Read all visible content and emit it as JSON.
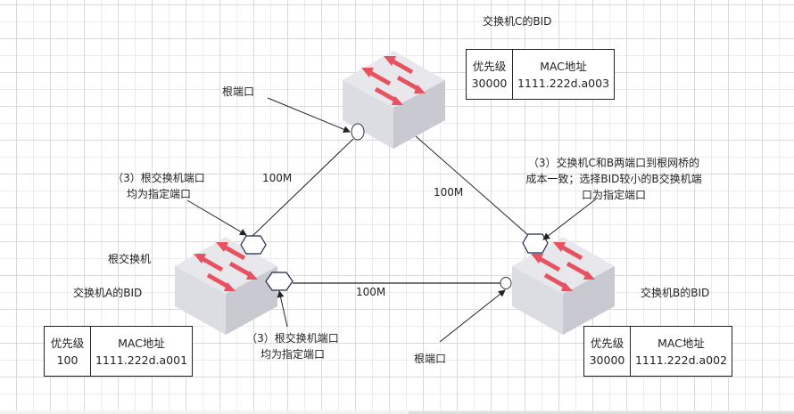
{
  "diagram": {
    "title": "STP designated port election",
    "colors": {
      "switch_top": "#e8e8ec",
      "switch_left": "#dcdde2",
      "switch_right": "#c9cad1",
      "switch_arrows": "#e8515f",
      "designated_port_stroke": "#1b2a4a",
      "root_port_stroke": "#333333",
      "link": "#222222"
    },
    "switches": [
      {
        "id": "A",
        "role_label": "根交换机",
        "bid_label": "交换机A的BID",
        "bid": {
          "priority_header": "优先级",
          "priority": "100",
          "mac_header": "MAC地址",
          "mac": "1111.222d.a001"
        }
      },
      {
        "id": "B",
        "bid_label": "交换机B的BID",
        "bid": {
          "priority_header": "优先级",
          "priority": "30000",
          "mac_header": "MAC地址",
          "mac": "1111.222d.a002"
        }
      },
      {
        "id": "C",
        "bid_label": "交换机C的BID",
        "bid": {
          "priority_header": "优先级",
          "priority": "30000",
          "mac_header": "MAC地址",
          "mac": "1111.222d.a003"
        }
      }
    ],
    "links": [
      {
        "from": "A",
        "to": "C",
        "label": "100M"
      },
      {
        "from": "C",
        "to": "B",
        "label": "100M"
      },
      {
        "from": "A",
        "to": "B",
        "label": "100M"
      }
    ],
    "ports": [
      {
        "switch": "A",
        "link": "A-C",
        "type": "designated",
        "shape": "hexagon"
      },
      {
        "switch": "A",
        "link": "A-B",
        "type": "designated",
        "shape": "hexagon"
      },
      {
        "switch": "B",
        "link": "C-B",
        "type": "designated",
        "shape": "hexagon"
      },
      {
        "switch": "C",
        "link": "A-C",
        "type": "root",
        "shape": "circle"
      },
      {
        "switch": "B",
        "link": "A-B",
        "type": "root",
        "shape": "circle"
      }
    ],
    "annotations": {
      "root_port_c": "根端口",
      "root_port_b": "根端口",
      "root_designated_top": "（3）根交换机端口均为指定端口",
      "root_designated_top_line1": "（3）根交换机端口",
      "root_designated_top_line2": "均为指定端口",
      "root_designated_bottom_line1": "（3）根交换机端口",
      "root_designated_bottom_line2": "均为指定端口",
      "cb_line1": "（3）交换机C和B两端口到根网桥的",
      "cb_line2": "成本一致；选择BID较小的B交换机端",
      "cb_line3": "口为指定端口"
    }
  }
}
